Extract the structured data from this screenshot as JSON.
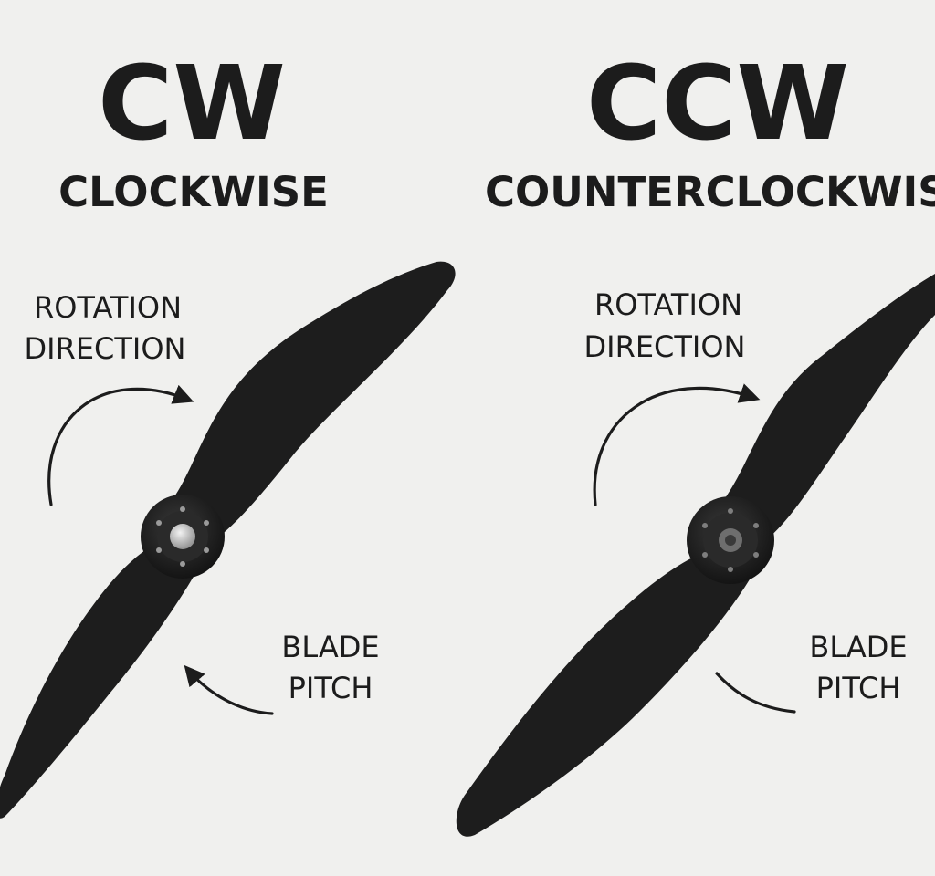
{
  "cw": {
    "title": "CW",
    "subtitle": "CLOCKWISE",
    "rotation_label": [
      "ROTATION",
      "DIRECTION"
    ],
    "pitch_label": [
      "BLADE",
      "PITCH"
    ]
  },
  "ccw": {
    "title": "CCW",
    "subtitle": "COUNTERCLOCKWISE",
    "rotation_label": [
      "ROTATION",
      "DIRECTION"
    ],
    "pitch_label": [
      "BLADE",
      "PITCH"
    ]
  },
  "colors": {
    "background": "#f0f0ee",
    "propeller": "#1d1d1d",
    "text": "#1c1c1c"
  },
  "icons": [
    "propeller-cw-icon",
    "propeller-ccw-icon",
    "rotation-arrow-icon",
    "pitch-arrow-icon"
  ]
}
